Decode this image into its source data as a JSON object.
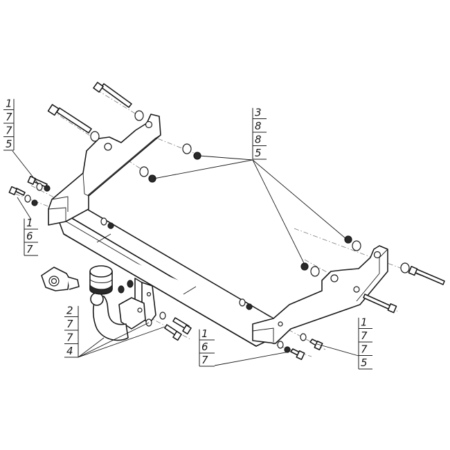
{
  "callouts": [
    {
      "id": "top-left",
      "digits": [
        "1",
        "7",
        "7",
        "5"
      ]
    },
    {
      "id": "left-mid",
      "digits": [
        "1",
        "6",
        "7"
      ]
    },
    {
      "id": "top-right",
      "digits": [
        "3",
        "8",
        "8",
        "5"
      ]
    },
    {
      "id": "right-lower",
      "digits": [
        "1",
        "7",
        "7",
        "5"
      ]
    },
    {
      "id": "bottom-left",
      "digits": [
        "2",
        "7",
        "7",
        "4"
      ]
    },
    {
      "id": "bottom-mid",
      "digits": [
        "1",
        "6",
        "7"
      ]
    }
  ]
}
